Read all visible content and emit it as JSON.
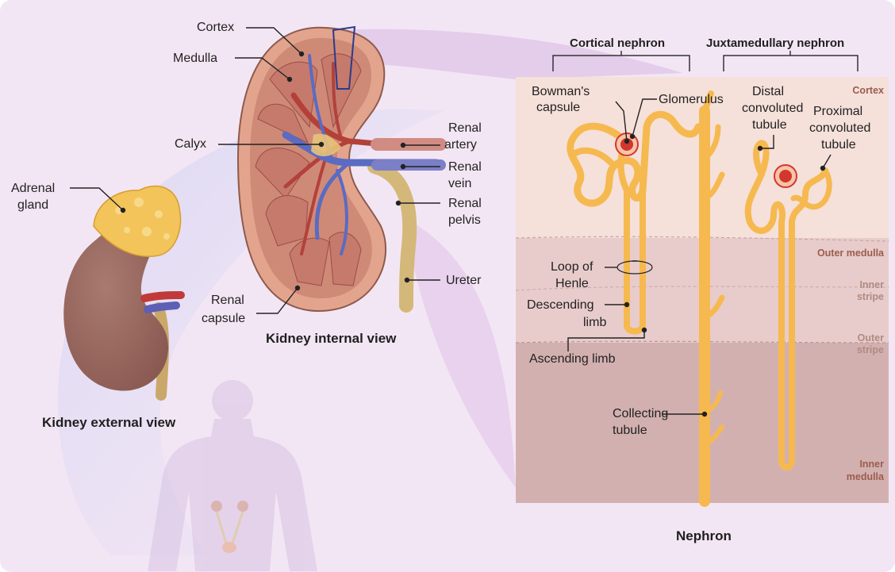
{
  "titles": {
    "external": "Kidney external view",
    "internal": "Kidney internal view",
    "nephron": "Nephron",
    "cortical": "Cortical nephron",
    "juxta": "Juxtamedullary nephron"
  },
  "labels": {
    "cortex": "Cortex",
    "medulla": "Medulla",
    "calyx": "Calyx",
    "adrenal_line1": "Adrenal",
    "adrenal_line2": "gland",
    "renal_artery_line1": "Renal",
    "renal_artery_line2": "artery",
    "renal_vein_line1": "Renal",
    "renal_vein_line2": "vein",
    "renal_pelvis_line1": "Renal",
    "renal_pelvis_line2": "pelvis",
    "ureter": "Ureter",
    "renal_capsule_line1": "Renal",
    "renal_capsule_line2": "capsule",
    "bowmans_line1": "Bowman's",
    "bowmans_line2": "capsule",
    "glomerulus": "Glomerulus",
    "distal_line1": "Distal",
    "distal_line2": "convoluted",
    "distal_line3": "tubule",
    "proximal_line1": "Proximal",
    "proximal_line2": "convoluted",
    "proximal_line3": "tubule",
    "loop_line1": "Loop of",
    "loop_line2": "Henle",
    "descending_line1": "Descending",
    "descending_line2": "limb",
    "ascending": "Ascending limb",
    "collecting_line1": "Collecting",
    "collecting_line2": "tubule"
  },
  "zones": {
    "cortex": "Cortex",
    "outer_medulla": "Outer medulla",
    "inner_stripe_line1": "Inner",
    "inner_stripe_line2": "stripe",
    "outer_stripe_line1": "Outer",
    "outer_stripe_line2": "stripe",
    "inner_medulla_line1": "Inner",
    "inner_medulla_line2": "medulla"
  },
  "colors": {
    "background": "#f3e6f4",
    "kidney_external": "#9a6a61",
    "kidney_cortex": "#d89a84",
    "medulla_pyramid": "#c98778",
    "artery": "#c0392b",
    "vein": "#5b6bc2",
    "adrenal": "#f2c45a",
    "ureter": "#d4b87a",
    "tubule": "#f6b94f",
    "glomerulus": "#d2372f",
    "zone_cortex": "#f5e0da",
    "zone_outer_medulla": "#e8cccb",
    "zone_inner_medulla": "#d3b0b0",
    "zone_text": "#9a5d4c"
  }
}
